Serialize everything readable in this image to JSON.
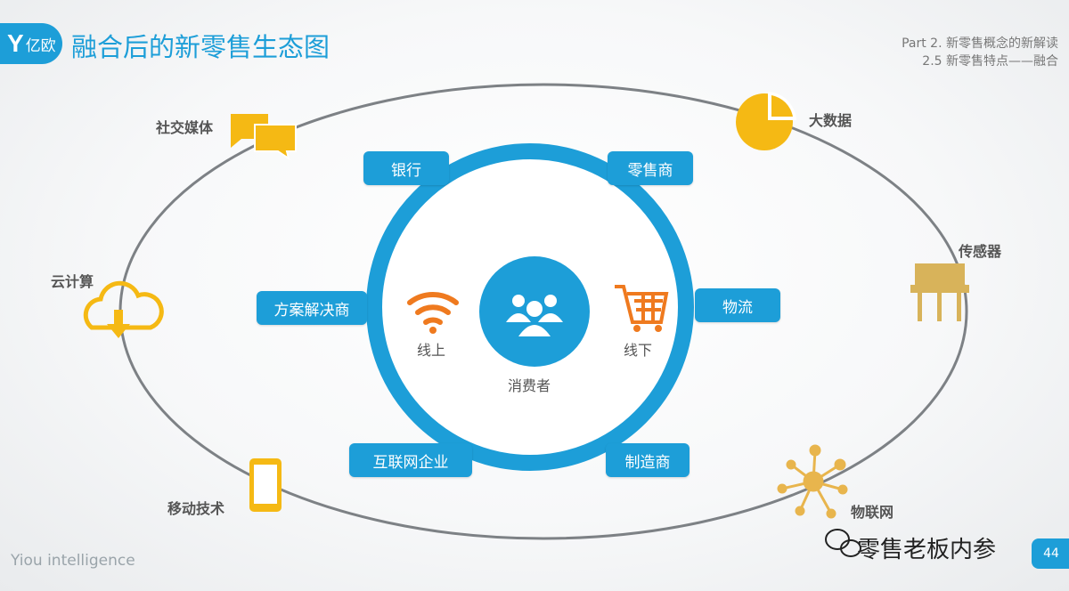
{
  "header": {
    "logo_mark": "Y",
    "logo_text": "亿欧",
    "title": "融合后的新零售生态图",
    "part_line1": "Part 2. 新零售概念的新解读",
    "part_line2": "2.5 新零售特点——融合"
  },
  "diagram": {
    "center_label": "消费者",
    "online_label": "线上",
    "offline_label": "线下",
    "ring_nodes": [
      "银行",
      "零售商",
      "方案解决商",
      "物流",
      "互联网企业",
      "制造商"
    ],
    "outer_nodes": [
      "社交媒体",
      "大数据",
      "云计算",
      "传感器",
      "移动技术",
      "物联网"
    ]
  },
  "colors": {
    "brand_blue": "#1d9ed8",
    "icon_yellow": "#f5b914",
    "icon_orange": "#ef7a1f",
    "sensor_tan": "#d8b35a",
    "orbit_gray": "#7d8185"
  },
  "footer": {
    "brand": "Yiou intelligence",
    "wechat_text": "零售老板内参",
    "page_number": "44"
  }
}
